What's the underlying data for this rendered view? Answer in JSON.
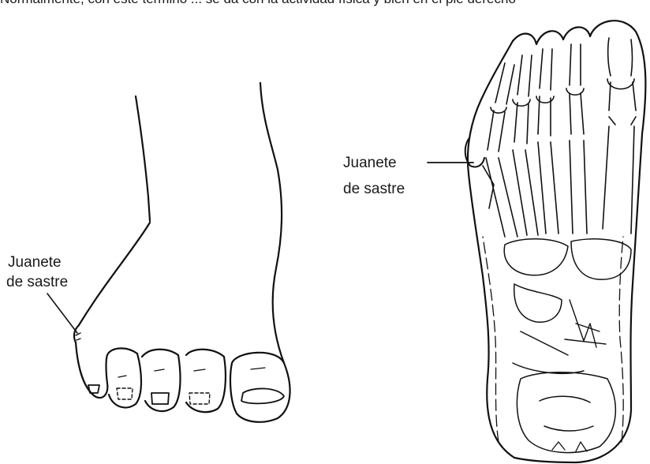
{
  "caption_fragment": "Normalmente, con este término ... se da con la actividad física y bien en el pie derecho",
  "left_figure": {
    "label_line1": "Juanete",
    "label_line2": "de sastre"
  },
  "right_figure": {
    "label_line1": "Juanete",
    "label_line2": "de sastre"
  },
  "colors": {
    "ink": "#111111",
    "background": "#ffffff"
  }
}
